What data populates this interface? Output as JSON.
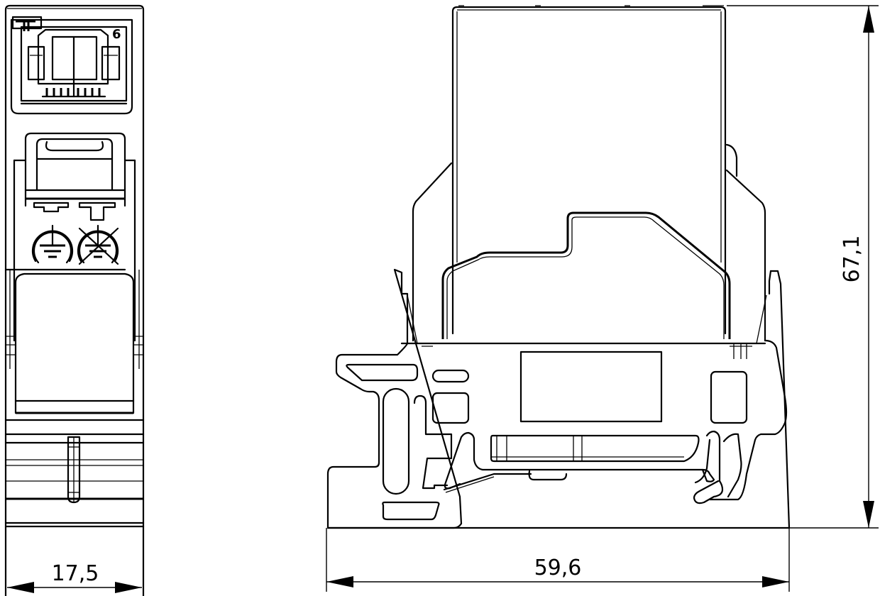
{
  "drawing": {
    "type": "technical-dimension-drawing",
    "subject": "DIN-rail RJ45 Cat.6 keystone/terminal module",
    "views": {
      "front": {
        "label": "front-view",
        "category_marking": "6"
      },
      "side": {
        "label": "side-view"
      }
    },
    "dimensions": {
      "width": "17,5",
      "depth": "59,6",
      "height": "67,1"
    },
    "symbols": {
      "ground": "protective-earth-symbol",
      "ground_crossed": "no-earth-symbol"
    },
    "colors": {
      "line": "#000000",
      "background": "#ffffff"
    }
  }
}
